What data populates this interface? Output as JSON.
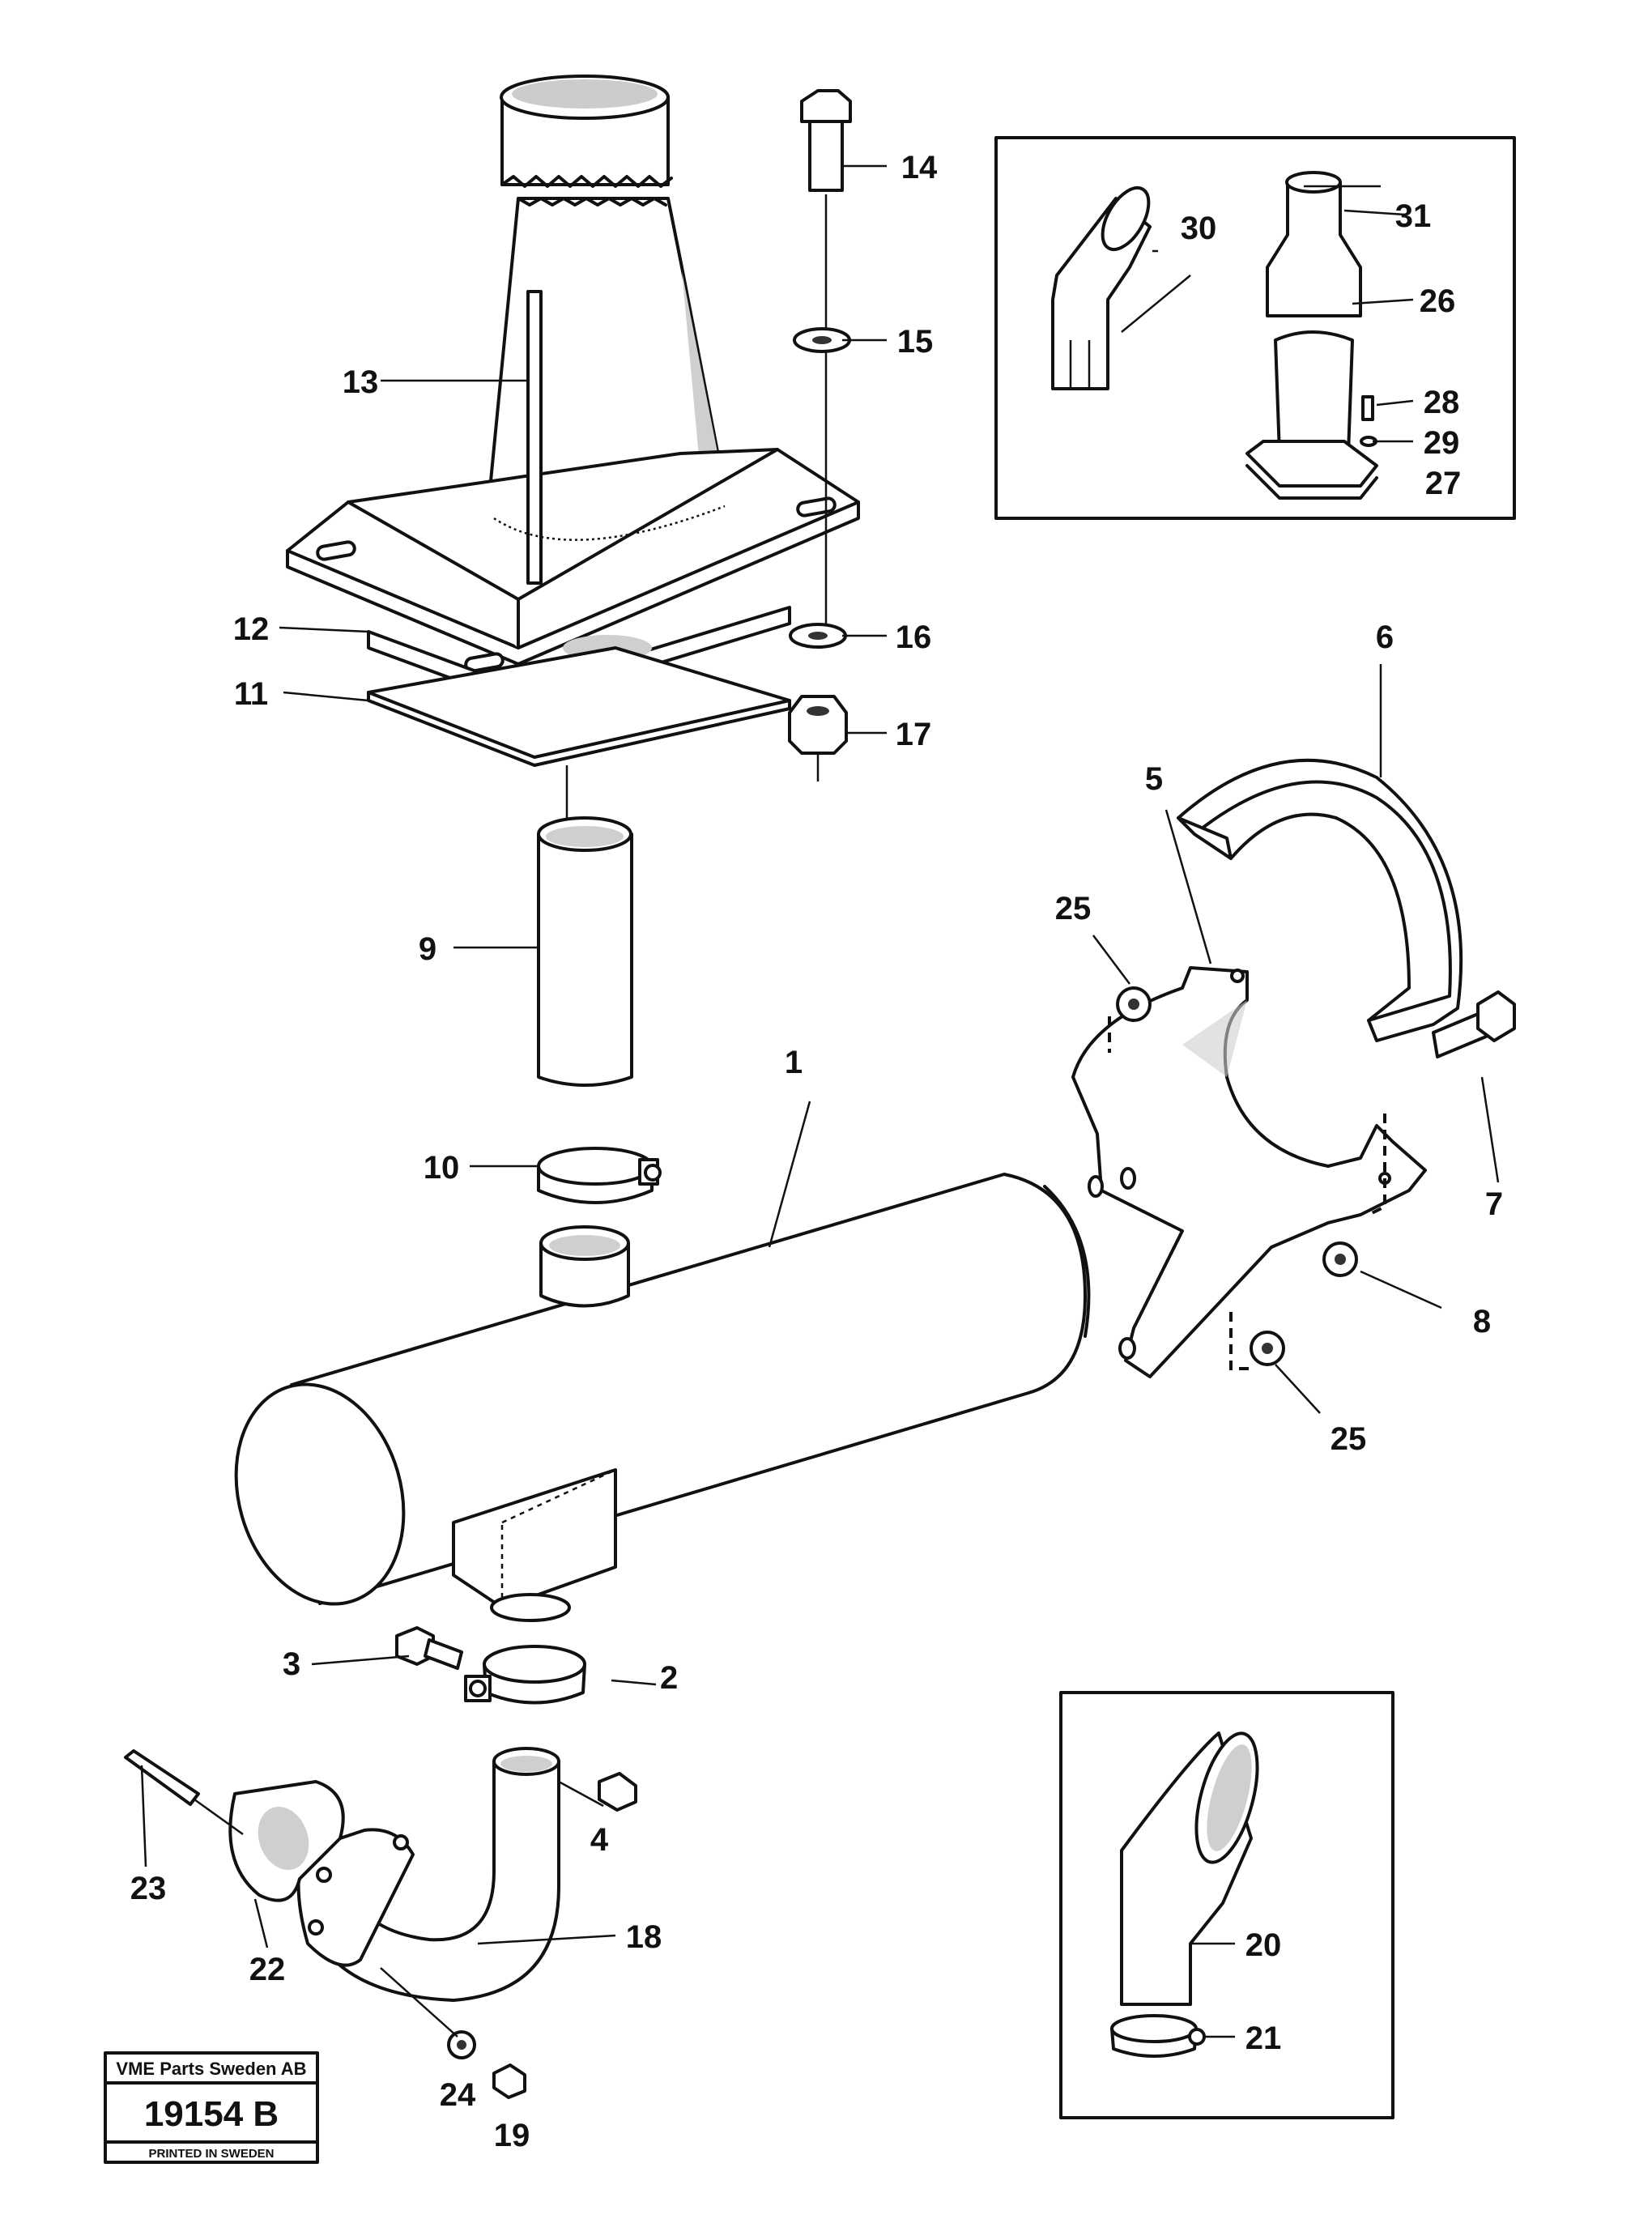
{
  "callouts": [
    {
      "id": "1",
      "text": "1"
    },
    {
      "id": "2",
      "text": "2"
    },
    {
      "id": "3",
      "text": "3"
    },
    {
      "id": "4",
      "text": "4"
    },
    {
      "id": "5",
      "text": "5"
    },
    {
      "id": "6",
      "text": "6"
    },
    {
      "id": "7",
      "text": "7"
    },
    {
      "id": "8",
      "text": "8"
    },
    {
      "id": "9",
      "text": "9"
    },
    {
      "id": "10",
      "text": "10"
    },
    {
      "id": "11",
      "text": "11"
    },
    {
      "id": "12",
      "text": "12"
    },
    {
      "id": "13",
      "text": "13"
    },
    {
      "id": "14",
      "text": "14"
    },
    {
      "id": "15",
      "text": "15"
    },
    {
      "id": "16",
      "text": "16"
    },
    {
      "id": "17",
      "text": "17"
    },
    {
      "id": "18",
      "text": "18"
    },
    {
      "id": "19",
      "text": "19"
    },
    {
      "id": "20",
      "text": "20"
    },
    {
      "id": "21",
      "text": "21"
    },
    {
      "id": "22",
      "text": "22"
    },
    {
      "id": "23",
      "text": "23"
    },
    {
      "id": "24",
      "text": "24"
    },
    {
      "id": "25a",
      "text": "25"
    },
    {
      "id": "25b",
      "text": "25"
    },
    {
      "id": "26",
      "text": "26"
    },
    {
      "id": "27",
      "text": "27"
    },
    {
      "id": "28",
      "text": "28"
    },
    {
      "id": "29",
      "text": "29"
    },
    {
      "id": "30",
      "text": "30"
    },
    {
      "id": "31",
      "text": "31"
    }
  ],
  "stamp": {
    "company": "VME Parts Sweden AB",
    "drawing_number": "19154 B",
    "printed": "PRINTED IN SWEDEN"
  }
}
